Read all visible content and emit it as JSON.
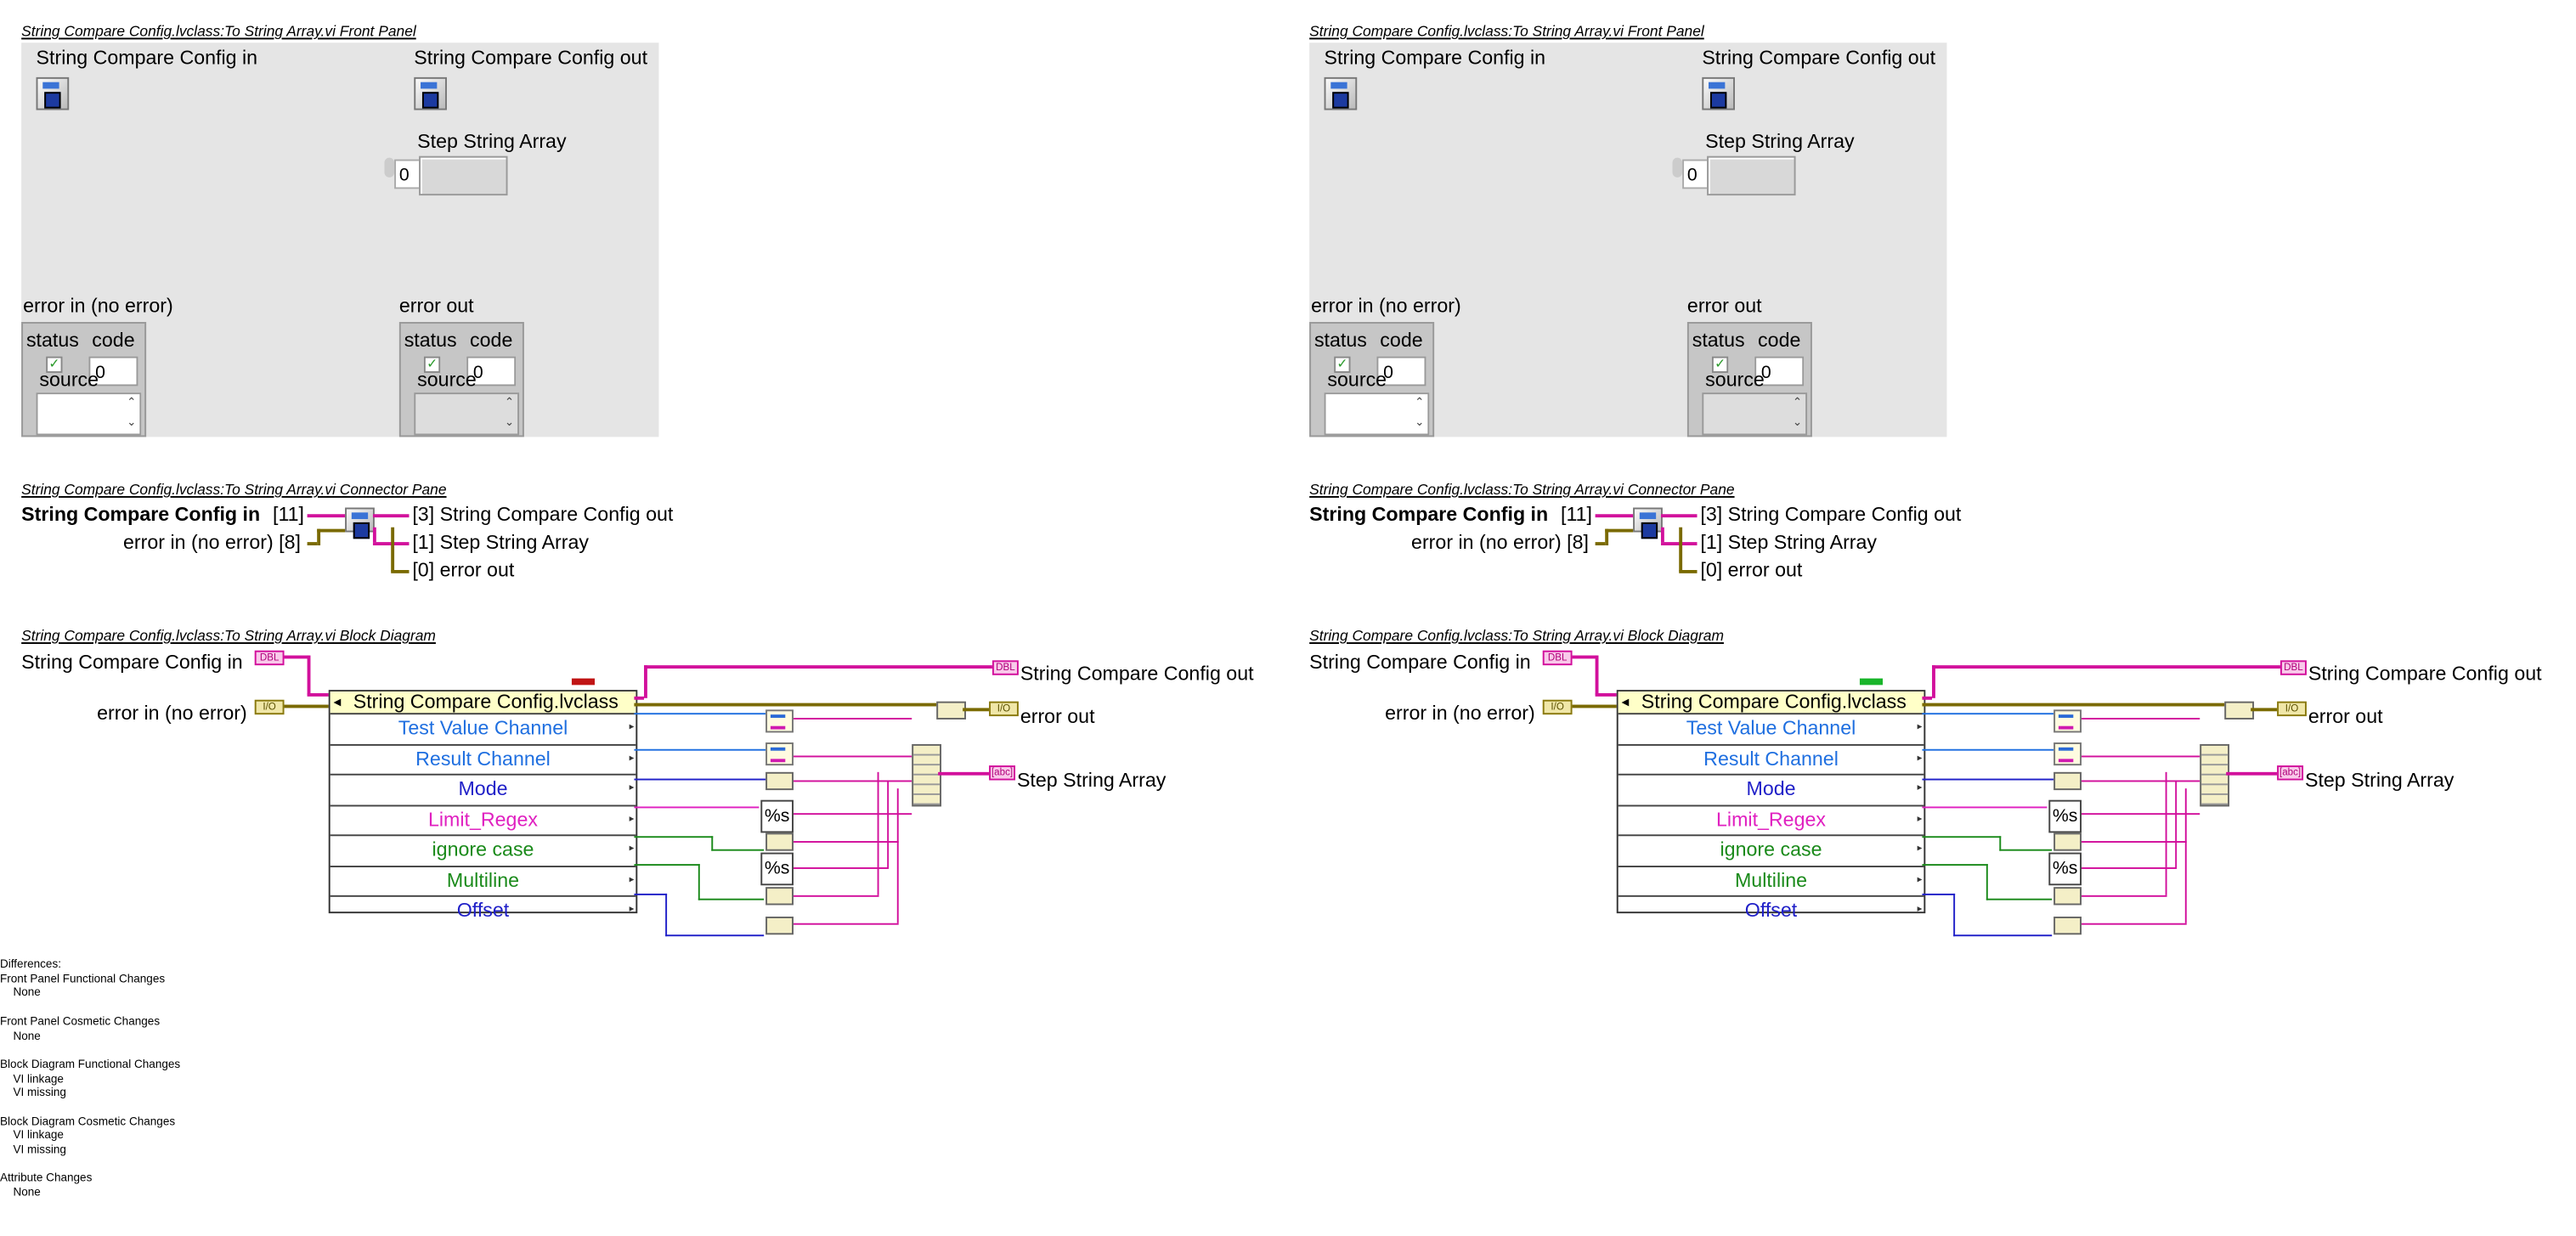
{
  "panes": [
    {
      "front_panel_title": "String Compare Config.lvclass:To String Array.vi Front Panel",
      "connector_pane_title": "String Compare Config.lvclass:To String Array.vi Connector Pane",
      "block_diagram_title": "String Compare Config.lvclass:To String Array.vi Block Diagram",
      "fp": {
        "config_in": "String Compare Config in",
        "config_out": "String Compare Config out",
        "step_array": "Step String Array",
        "array_index": "0",
        "error_in": "error in (no error)",
        "error_out": "error out",
        "status": "status",
        "code": "code",
        "code_value": "0",
        "source": "source"
      },
      "cp": {
        "in_label": "String Compare Config in",
        "in_index": "[11]",
        "err_label": "error in (no error) [8]",
        "out1": "[3] String Compare Config out",
        "out2": "[1] Step String Array",
        "out3": "[0] error out"
      },
      "bd": {
        "in_label": "String Compare Config in",
        "err_label": "error in (no error)",
        "out_label": "String Compare Config out",
        "err_out_label": "error out",
        "arr_label": "Step String Array",
        "bundle_title": "String Compare Config.lvclass",
        "rows": [
          "Test Value Channel",
          "Result Channel",
          "Mode",
          "Limit_Regex",
          "ignore case",
          "Multiline",
          "Offset"
        ],
        "row_colors": [
          "#1f6fe0",
          "#1f6fe0",
          "#2020c8",
          "#e020c0",
          "#1a8a1a",
          "#1a8a1a",
          "#2020c8"
        ],
        "fmt": "%s",
        "term_in": "DBL",
        "term_err": "I/O",
        "term_out": "DBL",
        "term_err_out": "I/O",
        "term_arr": "[abc]",
        "merge_node_color": "#c01414"
      }
    },
    {
      "front_panel_title": "String Compare Config.lvclass:To String Array.vi Front Panel",
      "connector_pane_title": "String Compare Config.lvclass:To String Array.vi Connector Pane",
      "block_diagram_title": "String Compare Config.lvclass:To String Array.vi Block Diagram",
      "fp": {
        "config_in": "String Compare Config in",
        "config_out": "String Compare Config out",
        "step_array": "Step String Array",
        "array_index": "0",
        "error_in": "error in (no error)",
        "error_out": "error out",
        "status": "status",
        "code": "code",
        "code_value": "0",
        "source": "source"
      },
      "cp": {
        "in_label": "String Compare Config in",
        "in_index": "[11]",
        "err_label": "error in (no error) [8]",
        "out1": "[3] String Compare Config out",
        "out2": "[1] Step String Array",
        "out3": "[0] error out"
      },
      "bd": {
        "in_label": "String Compare Config in",
        "err_label": "error in (no error)",
        "out_label": "String Compare Config out",
        "err_out_label": "error out",
        "arr_label": "Step String Array",
        "bundle_title": "String Compare Config.lvclass",
        "rows": [
          "Test Value Channel",
          "Result Channel",
          "Mode",
          "Limit_Regex",
          "ignore case",
          "Multiline",
          "Offset"
        ],
        "row_colors": [
          "#1f6fe0",
          "#1f6fe0",
          "#2020c8",
          "#e020c0",
          "#1a8a1a",
          "#1a8a1a",
          "#2020c8"
        ],
        "fmt": "%s",
        "term_in": "DBL",
        "term_err": "I/O",
        "term_out": "DBL",
        "term_err_out": "I/O",
        "term_arr": "[abc]",
        "merge_node_color": "#19b52a"
      }
    }
  ],
  "differences": {
    "heading": "Differences:",
    "groups": [
      {
        "title": "Front Panel Functional Changes",
        "items": [
          "None"
        ]
      },
      {
        "title": "Front Panel Cosmetic Changes",
        "items": [
          "None"
        ]
      },
      {
        "title": "Block Diagram Functional Changes",
        "items": [
          "VI linkage",
          "VI missing"
        ]
      },
      {
        "title": "Block Diagram Cosmetic Changes",
        "items": [
          "VI linkage",
          "VI missing"
        ]
      },
      {
        "title": "Attribute Changes",
        "items": [
          "None"
        ]
      }
    ]
  }
}
